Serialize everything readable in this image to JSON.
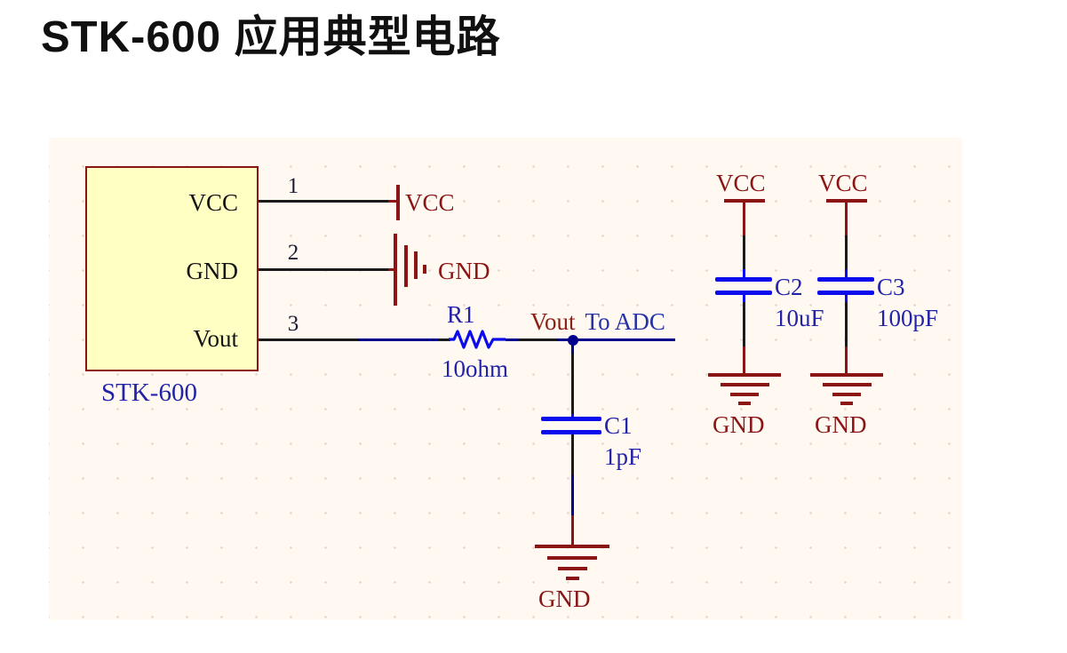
{
  "page": {
    "title": "STK-600 应用典型电路"
  },
  "colors": {
    "canvas_bg": "#fff9f2",
    "grid_dot": "#ded7cc",
    "symbol_maroon": "#8b1414",
    "wire_black": "#1b1b1b",
    "wire_navy": "#00008b",
    "component_blue": "#0b0bec",
    "label_blue": "#2323a8",
    "ic_fill": "#ffffc4"
  },
  "ic": {
    "designator": "STK-600",
    "pins": [
      {
        "number": "1",
        "name": "VCC"
      },
      {
        "number": "2",
        "name": "GND"
      },
      {
        "number": "3",
        "name": "Vout"
      }
    ]
  },
  "nets": {
    "pin1_power": "VCC",
    "pin2_ground": "GND",
    "vout_label_left": "Vout",
    "vout_label_right": "To ADC"
  },
  "resistor": {
    "designator": "R1",
    "value": "10ohm"
  },
  "capacitors": {
    "c1": {
      "designator": "C1",
      "value": "1pF",
      "ground": "GND"
    },
    "c2": {
      "designator": "C2",
      "value": "10uF",
      "power": "VCC",
      "ground": "GND"
    },
    "c3": {
      "designator": "C3",
      "value": "100pF",
      "power": "VCC",
      "ground": "GND"
    }
  }
}
